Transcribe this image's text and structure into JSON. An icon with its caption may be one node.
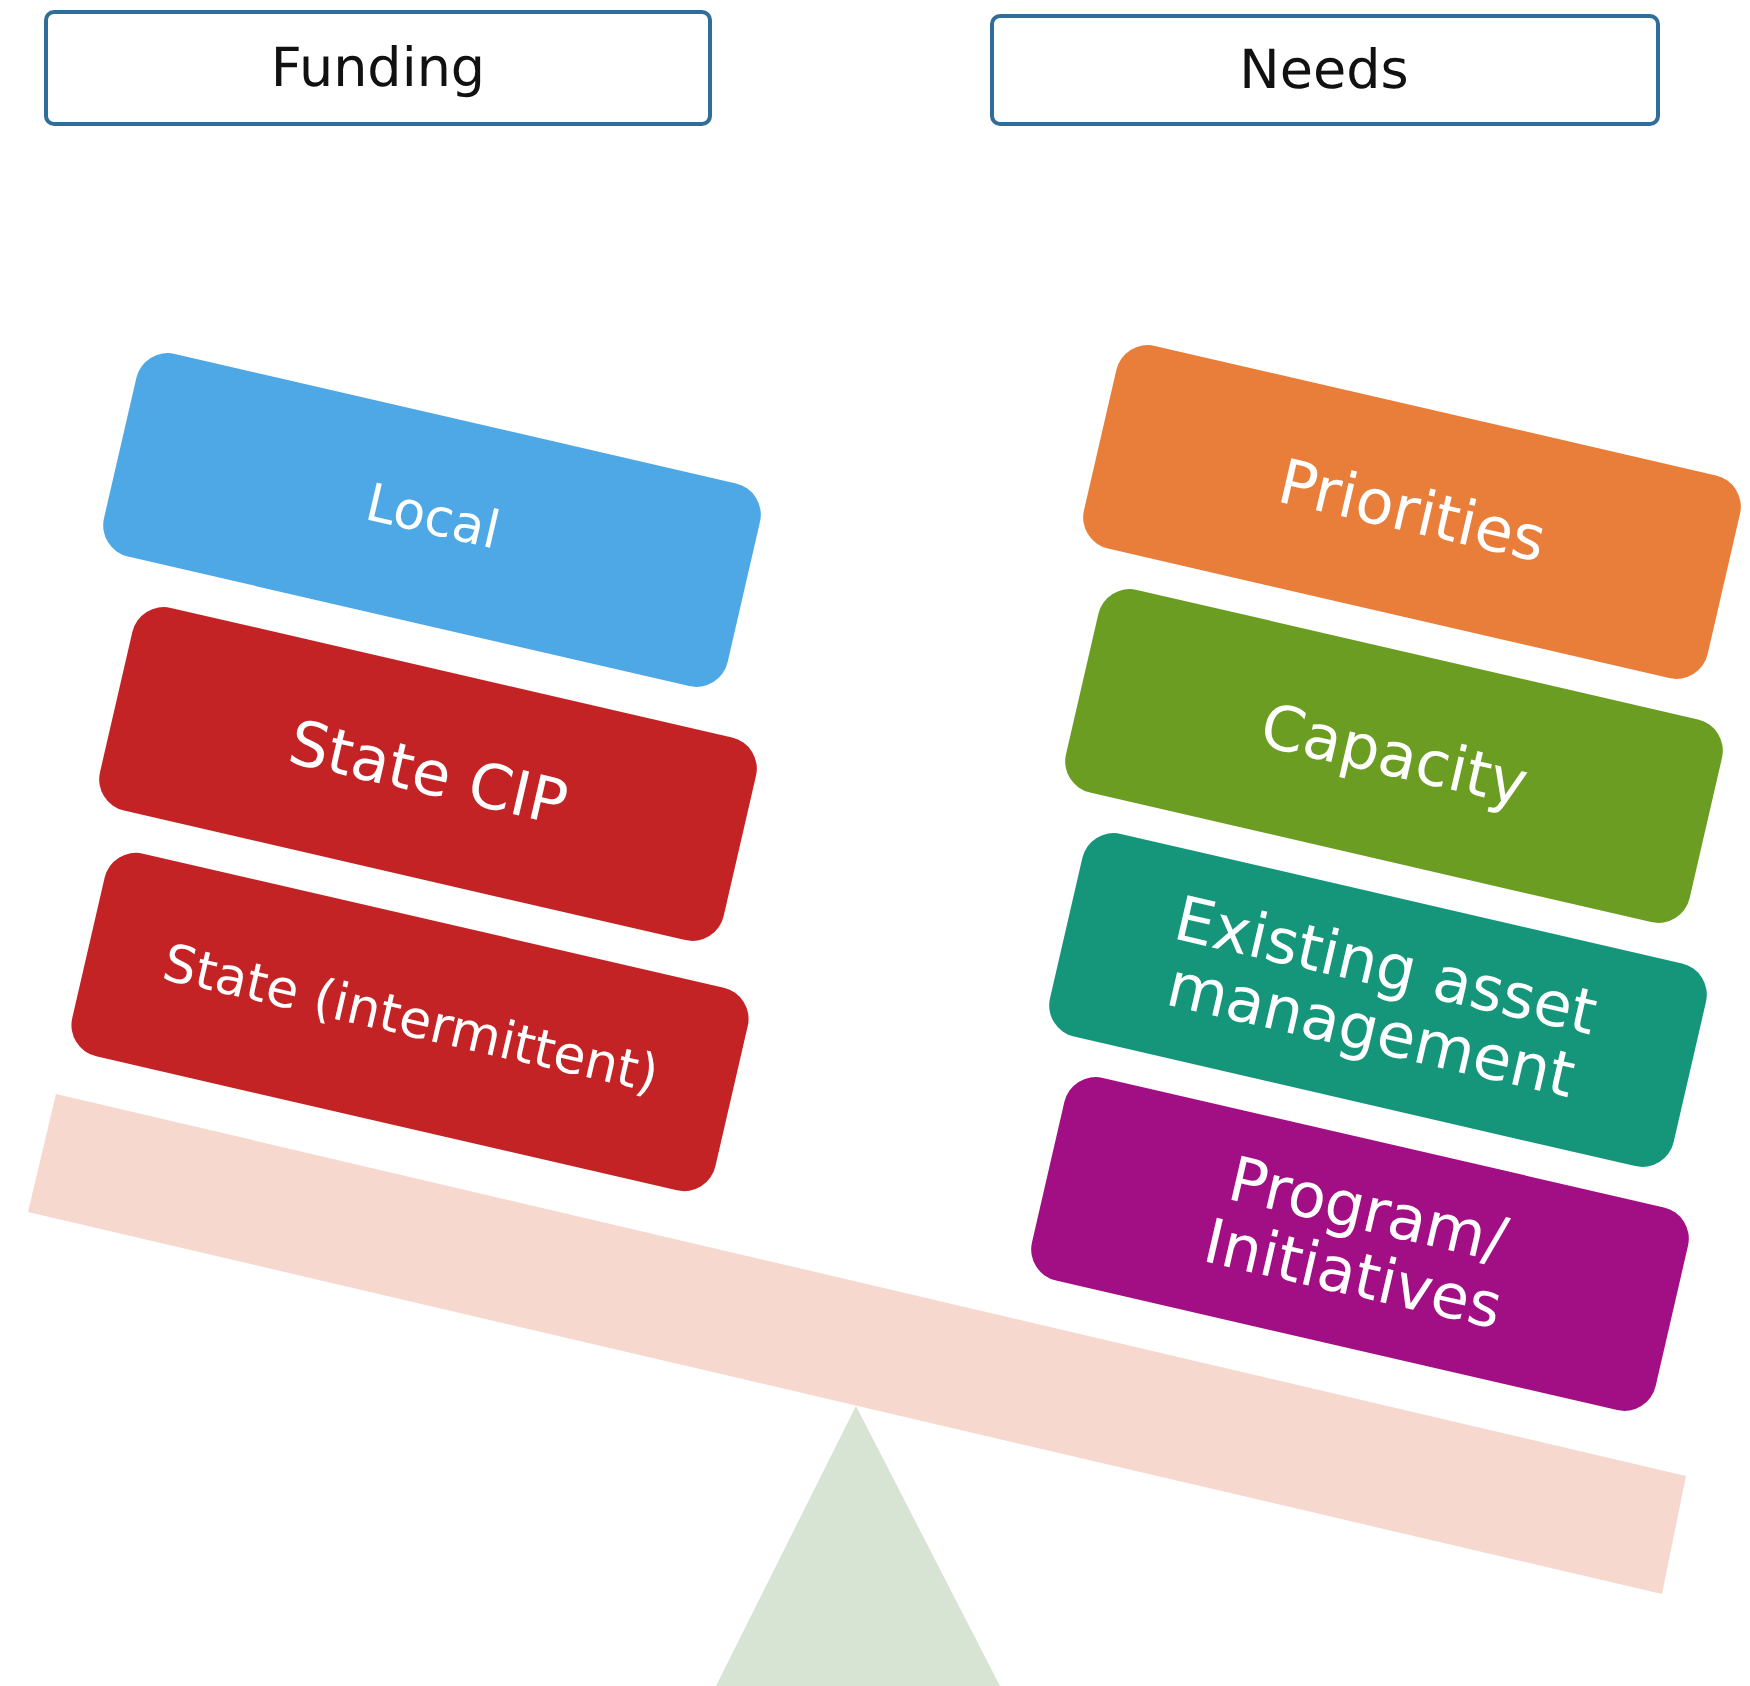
{
  "diagram": {
    "nodes": [
      {
        "text": [
          "Funding"
        ]
      },
      {
        "text": [
          "Needs"
        ]
      },
      {
        "text": [
          "Local"
        ]
      },
      {
        "text": [
          "State CIP"
        ]
      },
      {
        "text": [
          "State (intermittent)"
        ]
      },
      {
        "text": [
          "Priorities"
        ]
      },
      {
        "text": [
          "Capacity"
        ]
      },
      {
        "text": [
          "Existing asset management"
        ]
      },
      {
        "text": [
          "Program/ Initiatives"
        ]
      }
    ],
    "edges": []
  }
}
